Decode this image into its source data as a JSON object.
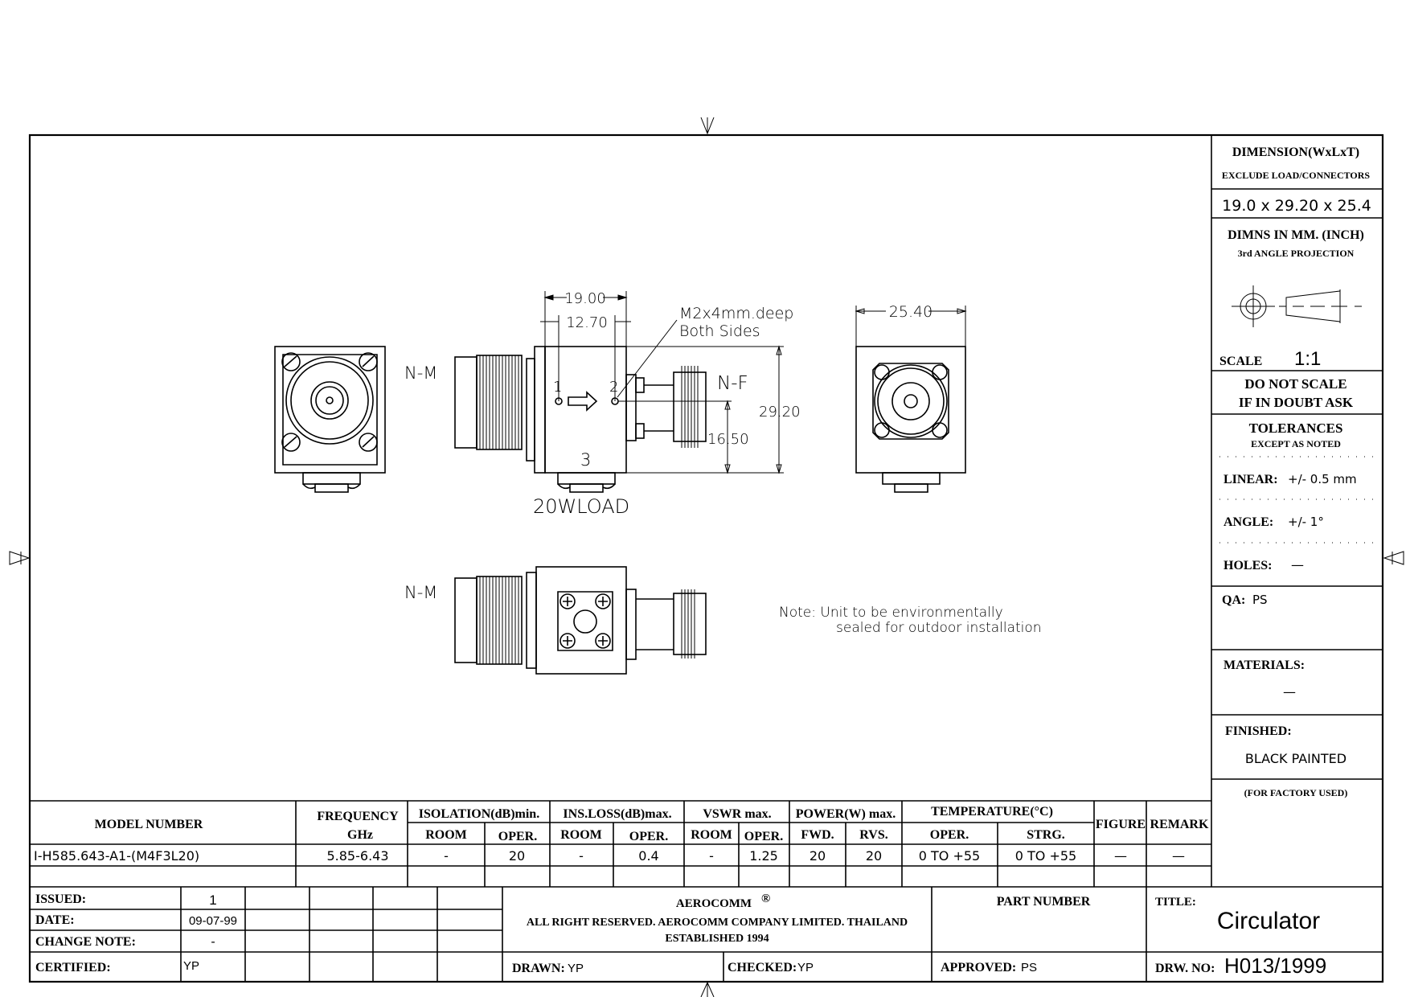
{
  "drawing": {
    "labels": {
      "nm_top": "N-M",
      "nf": "N-F",
      "nm_bottom": "N-M",
      "port1": "1",
      "port2": "2",
      "port3": "3",
      "load": "20WLOAD",
      "hole_note_1": "M2x4mm.deep",
      "hole_note_2": "Both Sides",
      "dim_width": "19.00",
      "dim_hole_spacing": "12.70",
      "dim_height": "29.20",
      "dim_port_height": "16.50",
      "dim_depth": "25.40",
      "note_1": "Note: Unit to be environmentally",
      "note_2": "sealed for outdoor installation"
    }
  },
  "side_panel": {
    "dimension_title": "DIMENSION(WxLxT)",
    "dimension_sub": "EXCLUDE LOAD/CONNECTORS",
    "dimension_value": "19.0  x  29.20  x  25.4",
    "units": "DIMNS  IN  MM.  (INCH)",
    "projection": "3rd  ANGLE  PROJECTION",
    "scale_label": "SCALE",
    "scale_value": "1:1",
    "do_not_scale_1": "DO  NOT  SCALE",
    "do_not_scale_2": "IF  IN  DOUBT  ASK",
    "tolerances": "TOLERANCES",
    "tolerances_sub": "EXCEPT  AS  NOTED",
    "linear_label": "LINEAR:",
    "linear_value": "+/-  0.5  mm",
    "angle_label": "ANGLE:",
    "angle_value": "+/-  1°",
    "holes_label": "HOLES:",
    "holes_value": "—",
    "qa_label": "QA:",
    "qa_value": "PS",
    "materials_label": "MATERIALS:",
    "materials_value": "—",
    "finished_label": "FINISHED:",
    "finished_value": "BLACK  PAINTED",
    "factory": "(FOR  FACTORY  USED)"
  },
  "spec_table": {
    "headers": {
      "model": "MODEL  NUMBER",
      "frequency": "FREQUENCY",
      "frequency_unit": "GHz",
      "isolation": "ISOLATION(dB)min.",
      "ins_loss": "INS.LOSS(dB)max.",
      "vswr": "VSWR  max.",
      "power": "POWER(W)  max.",
      "temperature": "TEMPERATURE(°C)",
      "figure": "FIGURE",
      "remark": "REMARK"
    },
    "subheaders": [
      "ROOM",
      "OPER.",
      "ROOM",
      "OPER.",
      "ROOM",
      "OPER.",
      "FWD.",
      "RVS.",
      "OPER.",
      "STRG."
    ],
    "rows": [
      [
        "I-H585.643-A1-(M4F3L20)",
        "5.85-6.43",
        "-",
        "20",
        "-",
        "0.4",
        "-",
        "1.25",
        "20",
        "20",
        "0  TO  +55",
        "0  TO  +55",
        "—",
        "—"
      ]
    ]
  },
  "title_block": {
    "issued_label": "ISSUED:",
    "issued_value": "1",
    "date_label": "DATE:",
    "date_value": "09-07-99",
    "change_label": "CHANGE  NOTE:",
    "change_value": "-",
    "certified_label": "CERTIFIED:",
    "certified_value": "YP",
    "company": "AEROCOMM",
    "registered": "®",
    "rights": "ALL  RIGHT  RESERVED.  AEROCOMM  COMPANY  LIMITED.  THAILAND",
    "established": "ESTABLISHED  1994",
    "part_number_label": "PART  NUMBER",
    "title_label": "TITLE:",
    "title_value": "Circulator",
    "drawn_label": "DRAWN:",
    "drawn_value": "YP",
    "checked_label": "CHECKED:",
    "checked_value": "YP",
    "approved_label": "APPROVED:",
    "approved_value": "PS",
    "drw_no_label": "DRW.  NO:",
    "drw_no_value": "H013/1999"
  }
}
